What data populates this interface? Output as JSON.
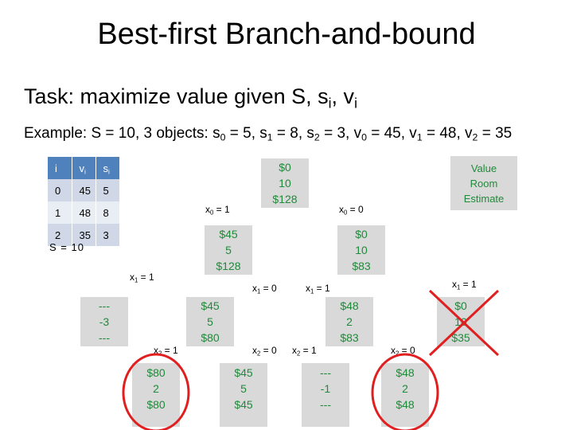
{
  "title": "Best-first Branch-and-bound",
  "task": {
    "prefix": "Task: maximize value given S, s",
    "sub1": "i",
    "mid": ",  v",
    "sub2": "i"
  },
  "example": {
    "text_a": "Example: S = 10, 3 objects: s",
    "sub_a": "0",
    "text_b": " = 5, s",
    "sub_b": "1",
    "text_c": " = 8, s",
    "sub_c": "2",
    "text_d": " = 3, v",
    "sub_d": "0",
    "text_e": " = 45, v",
    "sub_e": "1",
    "text_f": " = 48, v",
    "sub_f": "2",
    "text_g": " = 35"
  },
  "table": {
    "headers": [
      "i",
      "v",
      "s"
    ],
    "header_subs": [
      "",
      "i",
      "i"
    ],
    "rows": [
      [
        "0",
        "45",
        "5"
      ],
      [
        "1",
        "48",
        "8"
      ],
      [
        "2",
        "35",
        "3"
      ]
    ]
  },
  "capacity_label": "S = 10",
  "legend": [
    "Value",
    "Room",
    "Estimate"
  ],
  "nodes": {
    "root": [
      "$0",
      "10",
      "$128"
    ],
    "n1": [
      "$45",
      "5",
      "$128"
    ],
    "n2": [
      "$0",
      "10",
      "$83"
    ],
    "n3": [
      "---",
      "-3",
      "---"
    ],
    "n4": [
      "$45",
      "5",
      "$80"
    ],
    "n5": [
      "$48",
      "2",
      "$83"
    ],
    "n6": [
      "$0",
      "10",
      "$35"
    ],
    "n7": [
      "$80",
      "2",
      "$80"
    ],
    "n8": [
      "$45",
      "5",
      "$45"
    ],
    "n9": [
      "---",
      "-1",
      "---"
    ],
    "n10": [
      "$48",
      "2",
      "$48"
    ]
  },
  "edge_labels": {
    "e_root_l": "x0 = 1",
    "e_root_r": "x0 = 0",
    "e_n1_l": "x1 = 1",
    "e_n1_r": "x1 = 0",
    "e_n2_l": "x1 = 1",
    "e_n2_r": "x1 = 1",
    "e_n4_l": "x2 = 1",
    "e_n4_r": "x2 = 0",
    "e_n5_l": "x2 = 1",
    "e_n5_r": "x2 = 0"
  },
  "colors": {
    "node_text": "#1f8a3a",
    "node_bg": "#d9d9d9",
    "highlight": "#e02020",
    "table_header": "#4f81bd"
  }
}
